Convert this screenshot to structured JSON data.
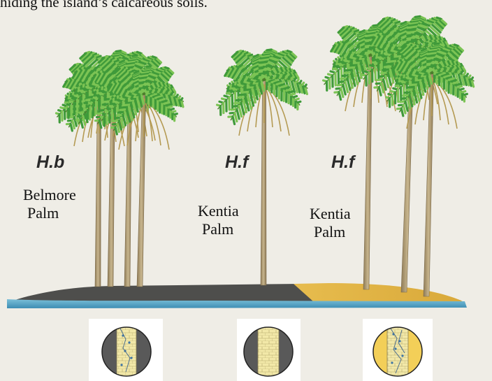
{
  "caption": "hiding the island’s calcareous soils.",
  "species_codes": {
    "belmore": "H.b",
    "kentia_center": "H.f",
    "kentia_right": "H.f"
  },
  "labels": {
    "belmore": {
      "line1": "Belmore",
      "line2": "Palm"
    },
    "kentia_center": {
      "line1": "Kentia",
      "line2": "Palm"
    },
    "kentia_right": {
      "line1": "Kentia",
      "line2": "Palm"
    }
  },
  "colors": {
    "background": "#efede6",
    "frond_green": "#3f9a3a",
    "frond_light": "#7cc454",
    "trunk": "#a89570",
    "dark_soil": "#4d4d4c",
    "sand_soil": "#e2b23c",
    "water": "#5aa7c7",
    "root_cell": "#f1e7a3",
    "root_dot": "#3b74a6"
  },
  "icons": [
    "dark-soil-root-section-icon",
    "dark-soil-plain-root-section-icon",
    "sand-soil-root-section-icon"
  ]
}
